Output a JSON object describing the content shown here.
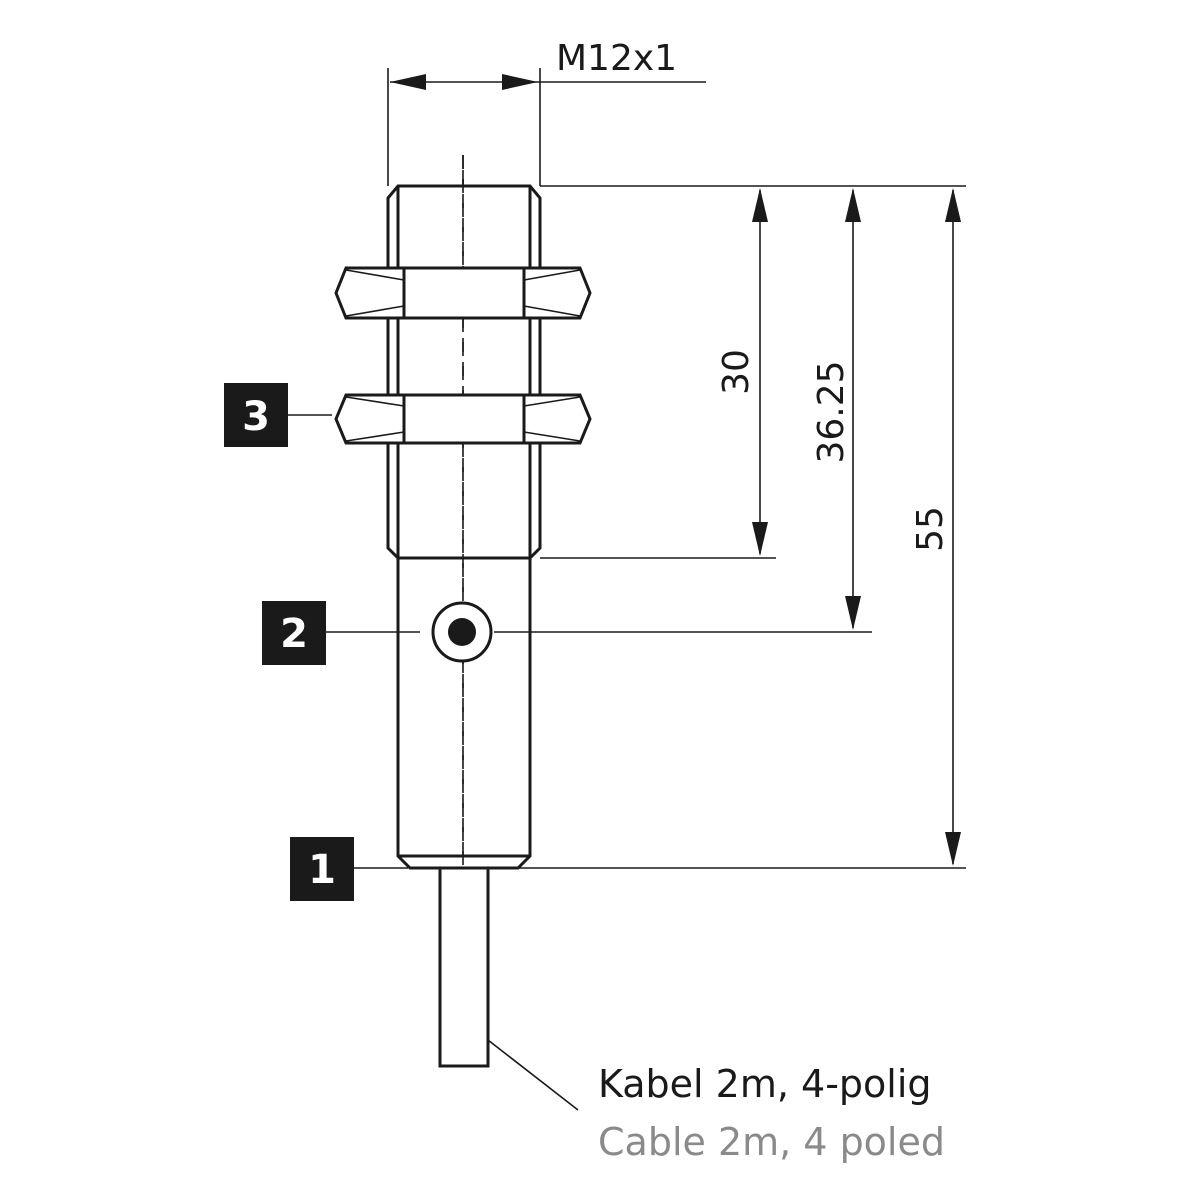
{
  "thread_label": "M12x1",
  "dimensions": {
    "d1": "30",
    "d2": "36.25",
    "d3": "55"
  },
  "markers": {
    "m1": "1",
    "m2": "2",
    "m3": "3"
  },
  "cable_note": {
    "german": "Kabel 2m, 4-polig",
    "english": "Cable 2m, 4 poled"
  },
  "colors": {
    "line": "#1a1a1a",
    "english_text": "#8a8a8a"
  }
}
